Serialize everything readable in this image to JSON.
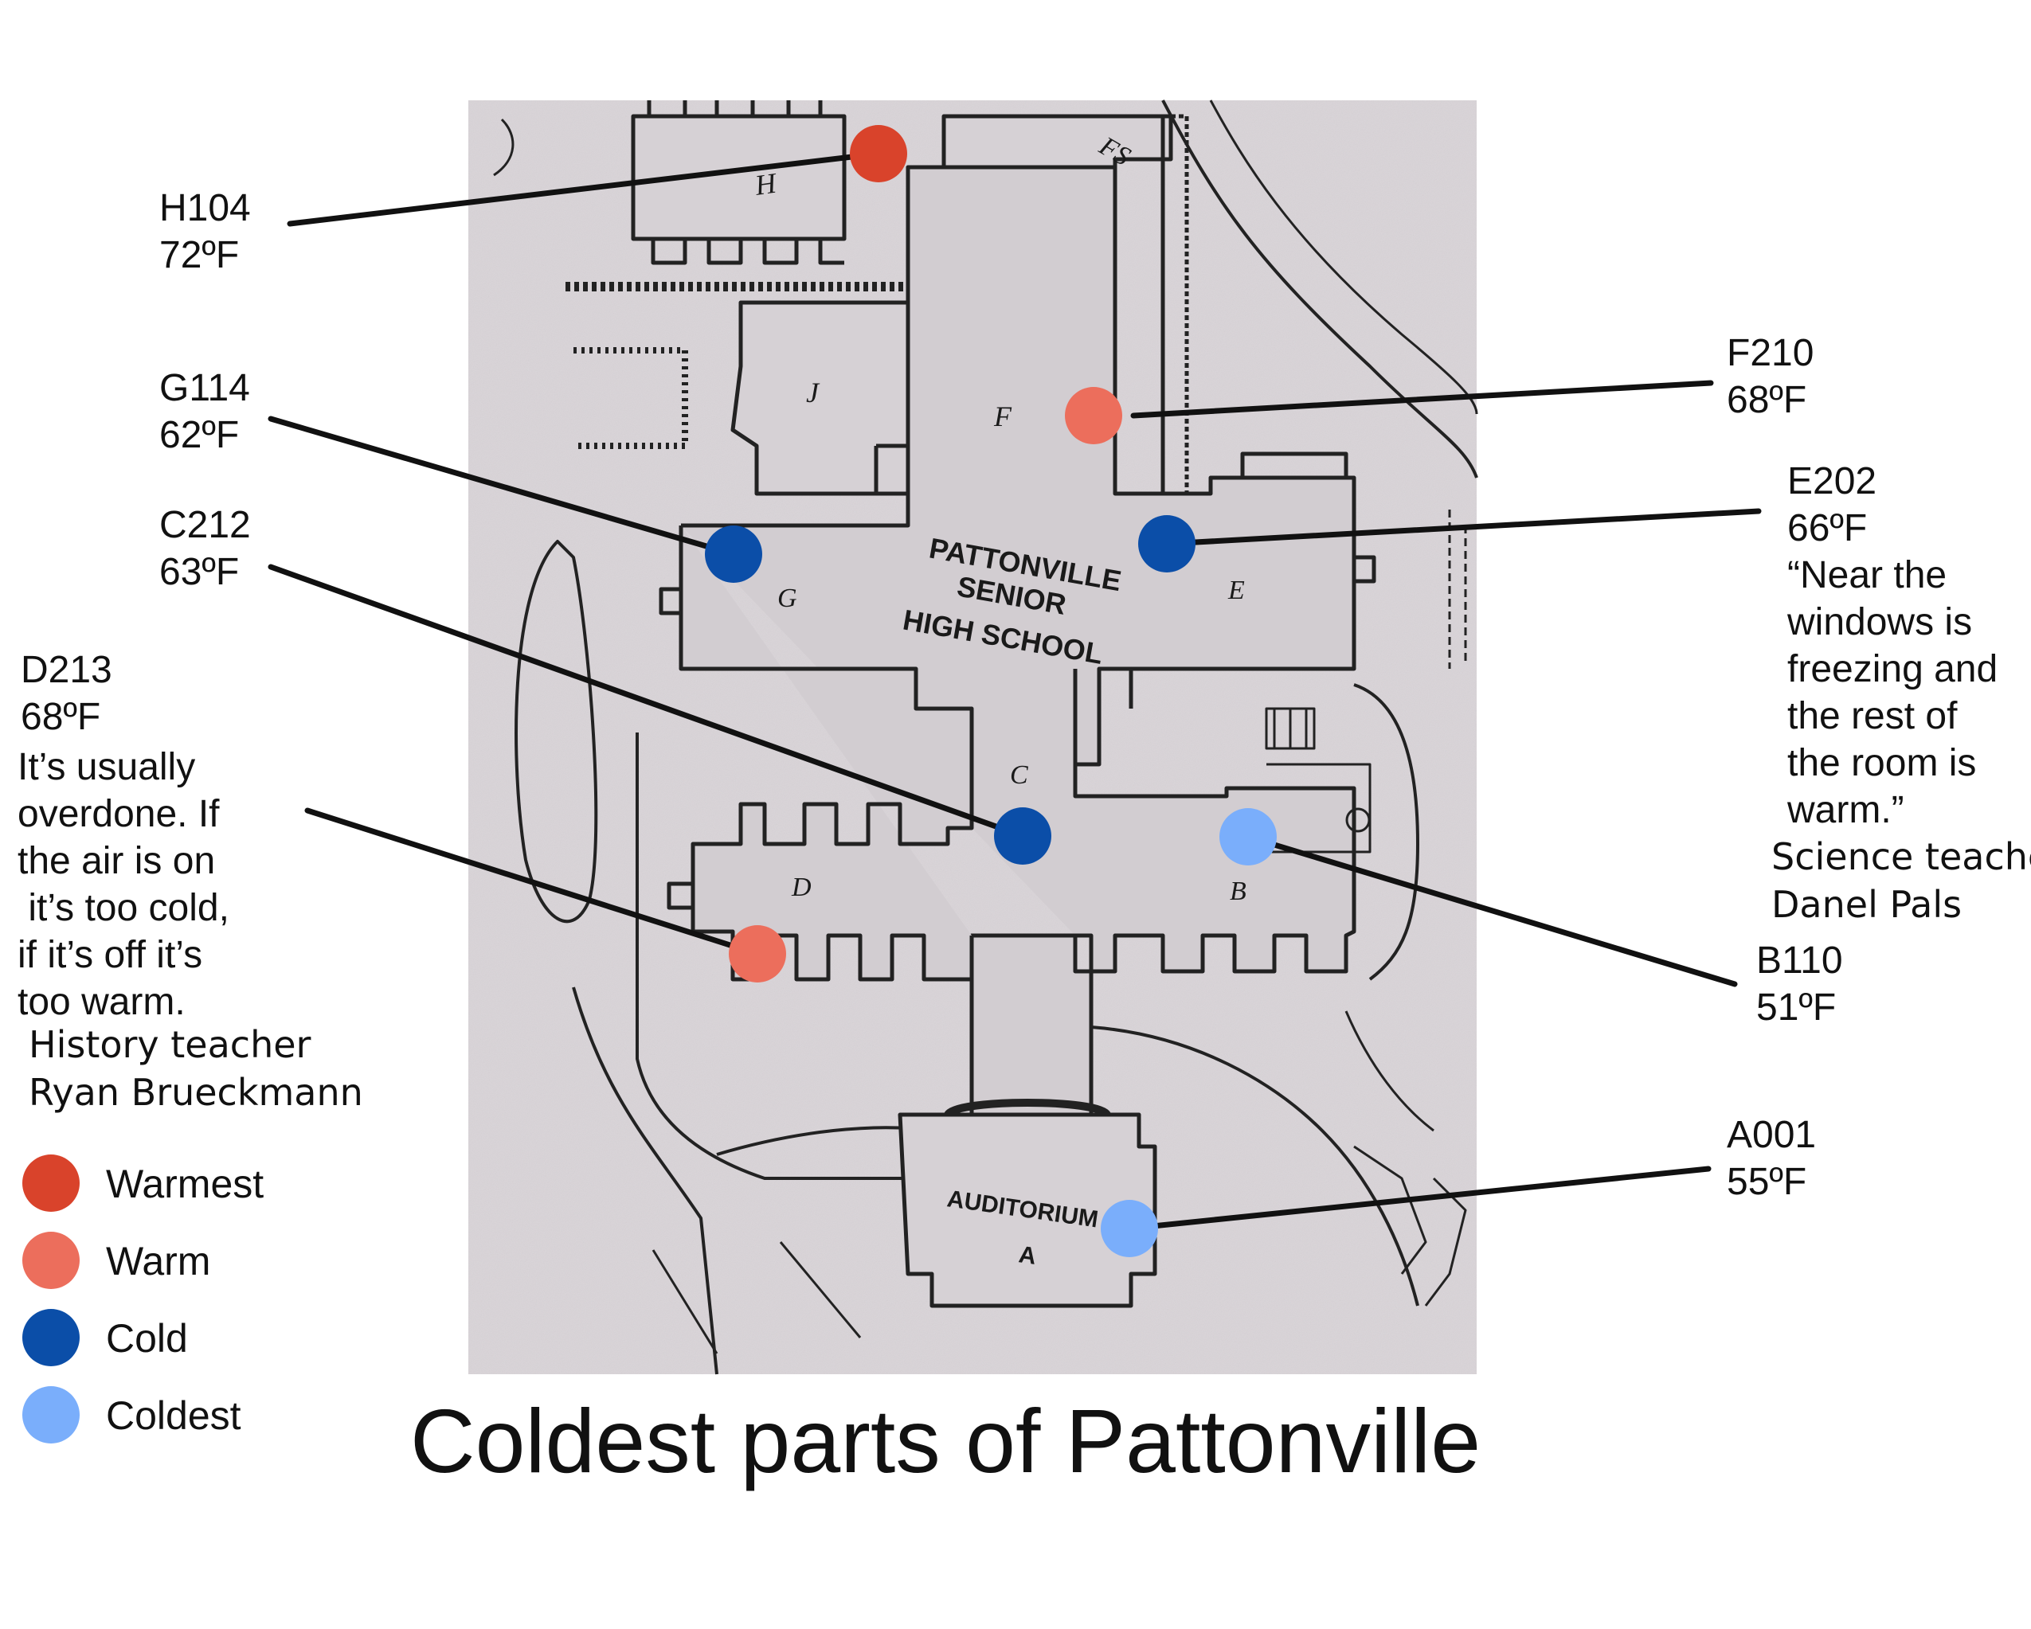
{
  "title": "Coldest parts of Pattonville",
  "map": {
    "labels": {
      "school": [
        "PATTONVILLE",
        "SENIOR",
        "HIGH SCHOOL"
      ],
      "auditorium": [
        "AUDITORIUM",
        "A"
      ],
      "wing_h": "H",
      "wing_fs": "FS",
      "wing_j": "J",
      "wing_f": "F",
      "wing_g": "G",
      "wing_e": "E",
      "wing_c": "C",
      "wing_d": "D",
      "wing_b": "B"
    }
  },
  "rooms": [
    {
      "id": "h104",
      "room": "H104",
      "temp": "72ºF",
      "category": "Warmest",
      "color": "#d9432b"
    },
    {
      "id": "g114",
      "room": "G114",
      "temp": "62ºF",
      "category": "Cold",
      "color": "#0b4ea8"
    },
    {
      "id": "c212",
      "room": "C212",
      "temp": "63ºF",
      "category": "Cold",
      "color": "#0b4ea8"
    },
    {
      "id": "d213",
      "room": "D213",
      "temp": "68ºF",
      "category": "Warm",
      "color": "#ec6e5c",
      "quote": [
        "It’s usually",
        "overdone. If",
        "the air is on",
        " it’s too cold,",
        "if it’s off it’s",
        "too warm."
      ],
      "attribution": [
        "History teacher",
        "Ryan Brueckmann"
      ]
    },
    {
      "id": "f210",
      "room": "F210",
      "temp": "68ºF",
      "category": "Warm",
      "color": "#ec6e5c"
    },
    {
      "id": "e202",
      "room": "E202",
      "temp": "66ºF",
      "category": "Cold",
      "color": "#0b4ea8",
      "quote": [
        "“Near the",
        "windows is",
        "freezing and",
        "the rest of",
        "the room is",
        "warm.”"
      ],
      "attribution": [
        "Science teacher",
        "Danel Pals"
      ]
    },
    {
      "id": "b110",
      "room": "B110",
      "temp": "51ºF",
      "category": "Coldest",
      "color": "#7aaefb"
    },
    {
      "id": "a001",
      "room": "A001",
      "temp": "55ºF",
      "category": "Coldest",
      "color": "#7aaefb"
    }
  ],
  "legend": [
    {
      "label": "Warmest",
      "color": "#d9432b"
    },
    {
      "label": "Warm",
      "color": "#ec6e5c"
    },
    {
      "label": "Cold",
      "color": "#0b4ea8"
    },
    {
      "label": "Coldest",
      "color": "#7aaefb"
    }
  ]
}
